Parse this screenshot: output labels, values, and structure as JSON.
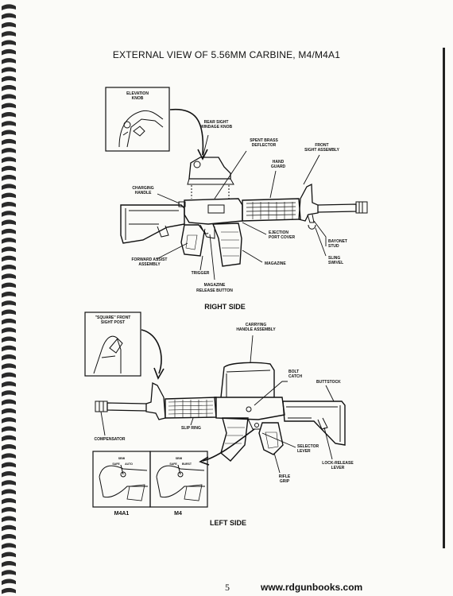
{
  "page": {
    "title": "EXTERNAL VIEW OF 5.56MM CARBINE, M4/M4A1",
    "page_number": "5",
    "website": "www.rdgunbooks.com"
  },
  "right_side": {
    "caption": "RIGHT SIDE",
    "elevation_knob": [
      "ELEVATION",
      "KNOB"
    ],
    "rear_sight": [
      "REAR SIGHT",
      "WINDAGE KNOB"
    ],
    "brass_deflector": [
      "SPENT BRASS",
      "DEFLECTOR"
    ],
    "front_sight": [
      "FRONT",
      "SIGHT ASSEMBLY"
    ],
    "hand_guard": [
      "HAND",
      "GUARD"
    ],
    "charging_handle": [
      "CHARGING",
      "HANDLE"
    ],
    "ejection_port": [
      "EJECTION",
      "PORT COVER"
    ],
    "bayonet_stud": [
      "BAYONET",
      "STUD"
    ],
    "forward_assist": [
      "FORWARD ASSIST",
      "ASSEMBLY"
    ],
    "sling_swivel": [
      "SLING",
      "SWIVEL"
    ],
    "magazine": "MAGAZINE",
    "trigger": "TRIGGER",
    "mag_release": [
      "MAGAZINE",
      "RELEASE BUTTON"
    ]
  },
  "left_side": {
    "caption": "LEFT SIDE",
    "front_post": [
      "\"SQUARE\" FRONT",
      "SIGHT POST"
    ],
    "carrying_handle": [
      "CARRYING",
      "HANDLE ASSEMBLY"
    ],
    "bolt_catch": [
      "BOLT",
      "CATCH"
    ],
    "buttstock": "BUTTSTOCK",
    "compensator": "COMPENSATOR",
    "slip_ring": "SLIP RING",
    "selector_lever": [
      "SELECTOR",
      "LEVER"
    ],
    "lock_release": [
      "LOCK-RELEASE",
      "LEVER"
    ],
    "rifle_grip": [
      "RIFLE",
      "GRIP"
    ],
    "inset_labels": [
      "M4A1",
      "M4"
    ],
    "m4a1_marks": [
      "SAFE",
      "SEMI",
      "AUTO"
    ],
    "m4_marks": [
      "SAFE",
      "SEMI",
      "BURST"
    ]
  }
}
